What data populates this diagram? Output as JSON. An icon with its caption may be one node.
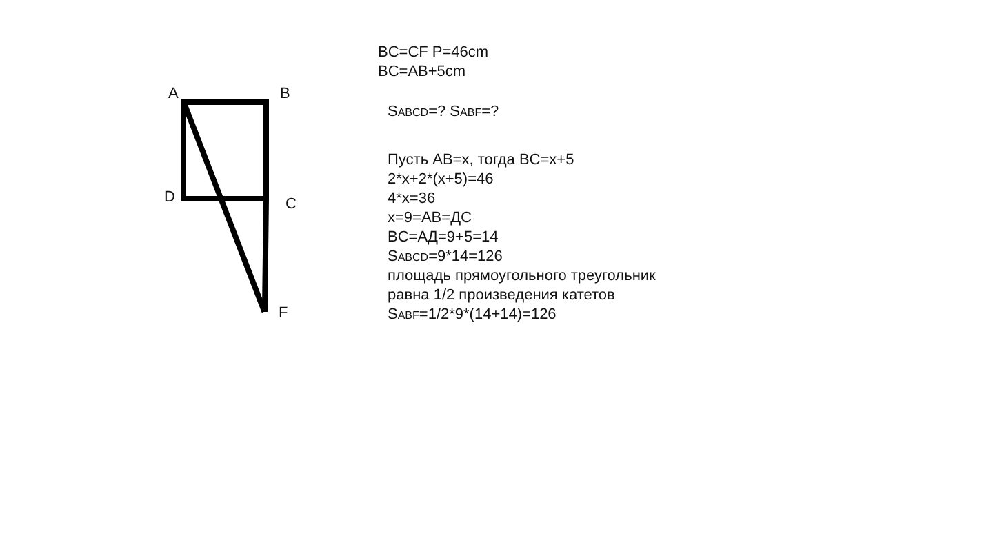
{
  "diagram": {
    "labels": [
      "A",
      "B",
      "D",
      "C",
      "F",
      "BC=CF   P=46cm",
      "BC=AB+5cm",
      "S$_{ABCD}$=?    S$_{ABF}$=?",
      "Пусть AB=x, тогда BC=x+5",
      "2*x+2*(x+5)=46",
      "4*x=36",
      "x=9=AB=ДC",
      "BC=AД=9+5=14",
      "S$_{ABCD}$=9*14=126",
      "площадь прямоугольного треугольник",
      "равна 1/2 произведения катетов",
      "S$_{ABF}$=1/2*9*(14+14)=126"
    ]
  }
}
